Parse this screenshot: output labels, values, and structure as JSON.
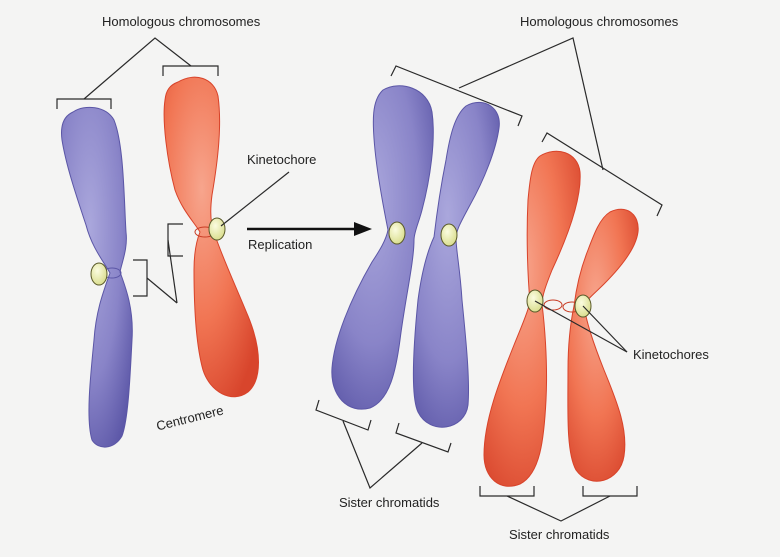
{
  "labels": {
    "homologous_left": "Homologous chromosomes",
    "homologous_right": "Homologous chromosomes",
    "kinetochore": "Kinetochore",
    "replication": "Replication",
    "centromere": "Centromere",
    "sister_left": "Sister chromatids",
    "sister_right": "Sister chromatids",
    "kinetochores": "Kinetochores"
  },
  "colors": {
    "blue_chromosome": "#8a86c8",
    "blue_chromosome_dark": "#5b56a6",
    "red_chromosome": "#f06848",
    "red_chromosome_dark": "#d8432a",
    "kinetochore_fill": "#eef0b6",
    "line": "#2a2a2a",
    "background": "#f4f4f3"
  }
}
